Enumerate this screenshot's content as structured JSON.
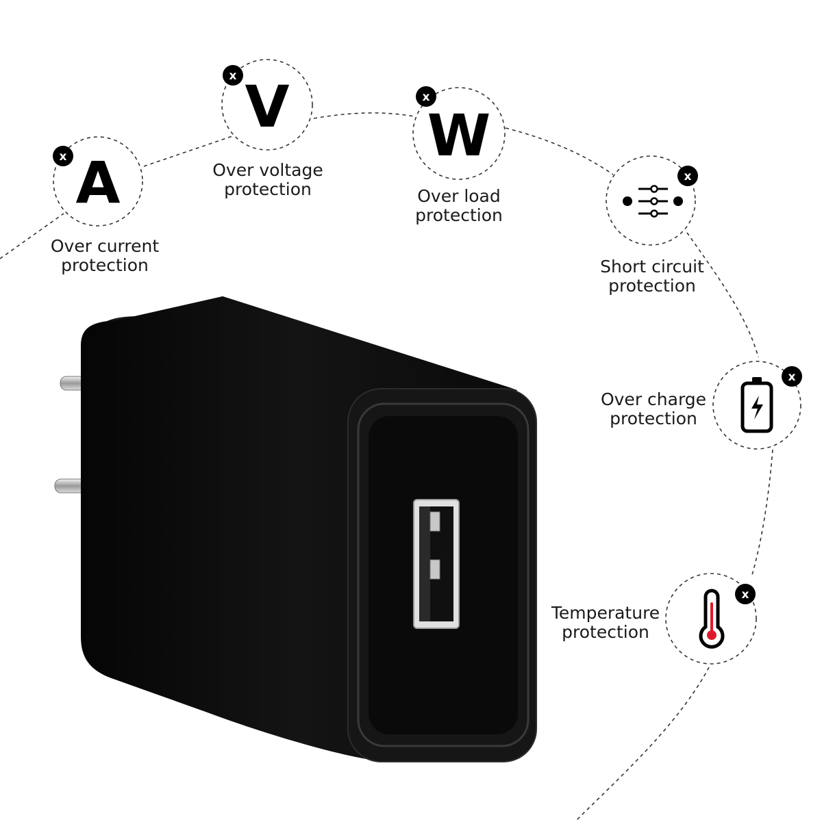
{
  "features": [
    {
      "id": "over-current",
      "glyph": "A",
      "line1": "Over current",
      "line2": "protection",
      "badge": "x",
      "icon": "letter-a-icon"
    },
    {
      "id": "over-voltage",
      "glyph": "V",
      "line1": "Over voltage",
      "line2": "protection",
      "badge": "x",
      "icon": "letter-v-icon"
    },
    {
      "id": "over-load",
      "glyph": "W",
      "line1": "Over load",
      "line2": "protection",
      "badge": "x",
      "icon": "letter-w-icon"
    },
    {
      "id": "short-circuit",
      "glyph": "",
      "line1": "Short circuit",
      "line2": "protection",
      "badge": "x",
      "icon": "circuit-switch-icon"
    },
    {
      "id": "over-charge",
      "glyph": "",
      "line1": "Over charge",
      "line2": "protection",
      "badge": "x",
      "icon": "battery-charging-icon"
    },
    {
      "id": "temperature",
      "glyph": "",
      "line1": "Temperature",
      "line2": "protection",
      "badge": "x",
      "icon": "thermometer-icon"
    }
  ],
  "colors": {
    "charger_body": "#0d0d0d",
    "dashed_line": "#333333",
    "badge": "#000000",
    "thermometer_accent": "#e0192a"
  },
  "product": {
    "name": "usb-wall-charger"
  }
}
